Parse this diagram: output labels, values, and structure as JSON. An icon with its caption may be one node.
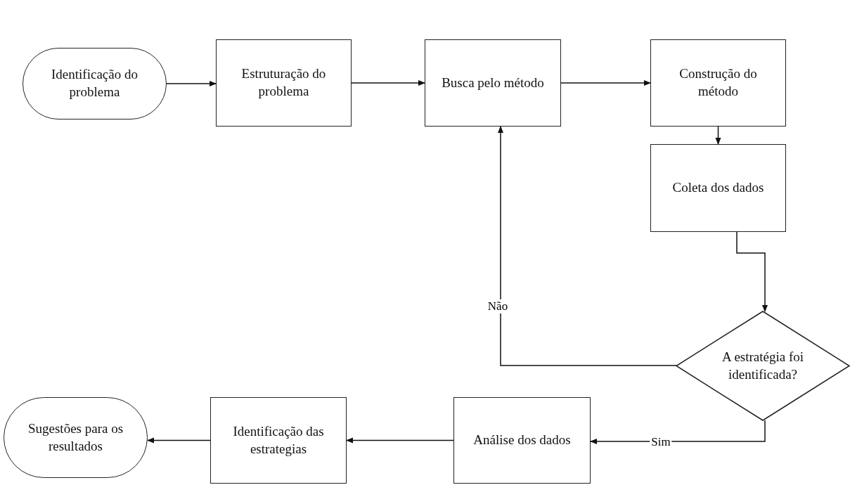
{
  "diagram": {
    "nodes": [
      {
        "text": [
          "Identificação do problema"
        ]
      },
      {
        "text": [
          "Estruturação do problema"
        ]
      },
      {
        "text": [
          "Busca pelo método"
        ]
      },
      {
        "text": [
          "Construção do método"
        ]
      },
      {
        "text": [
          "Coleta dos dados"
        ]
      },
      {
        "text": [
          "A estratégia foi identificada?"
        ]
      },
      {
        "text": [
          "Análise dos dados"
        ]
      },
      {
        "text": [
          "Identificação das estrategias"
        ]
      },
      {
        "text": [
          "Sugestões para os resultados"
        ]
      }
    ],
    "edges": [
      {
        "from": 0,
        "to": 1,
        "arrow": "to"
      },
      {
        "from": 1,
        "to": 2,
        "arrow": "to"
      },
      {
        "from": 2,
        "to": 3,
        "arrow": "to"
      },
      {
        "from": 3,
        "to": 4,
        "arrow": "to"
      },
      {
        "from": 4,
        "to": 5,
        "arrow": "to"
      },
      {
        "from": 5,
        "to": 2,
        "arrow": "to",
        "label": "Não"
      },
      {
        "from": 5,
        "to": 6,
        "arrow": "to",
        "label": "Sim"
      },
      {
        "from": 6,
        "to": 7,
        "arrow": "to"
      },
      {
        "from": 7,
        "to": 8,
        "arrow": "to"
      }
    ]
  }
}
